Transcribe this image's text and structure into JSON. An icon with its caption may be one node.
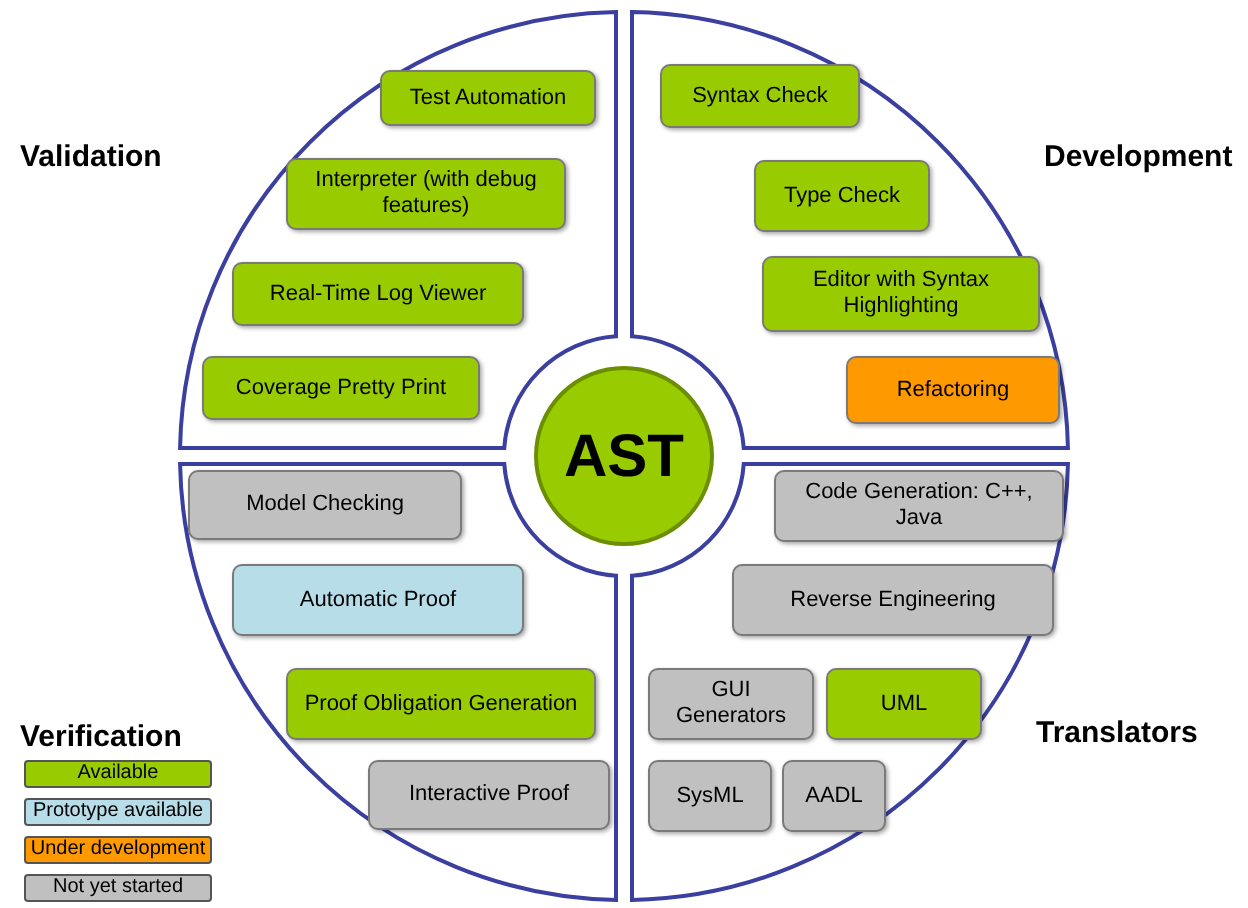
{
  "diagram": {
    "nodes": [
      {
        "text": [
          "Validation"
        ]
      },
      {
        "text": [
          "Development"
        ]
      },
      {
        "text": [
          "Verification"
        ]
      },
      {
        "text": [
          "Translators"
        ]
      },
      {
        "text": [
          "AST"
        ]
      },
      {
        "text": [
          "Test Automation"
        ],
        "in": 0
      },
      {
        "text": [
          "Interpreter (with debug features)"
        ],
        "in": 0
      },
      {
        "text": [
          "Real-Time Log Viewer"
        ],
        "in": 0
      },
      {
        "text": [
          "Coverage Pretty Print"
        ],
        "in": 0
      },
      {
        "text": [
          "Syntax Check"
        ],
        "in": 1
      },
      {
        "text": [
          "Type Check"
        ],
        "in": 1
      },
      {
        "text": [
          "Editor with Syntax Highlighting"
        ],
        "in": 1
      },
      {
        "text": [
          "Refactoring"
        ],
        "in": 1
      },
      {
        "text": [
          "Model Checking"
        ],
        "in": 2
      },
      {
        "text": [
          "Automatic Proof"
        ],
        "in": 2
      },
      {
        "text": [
          "Proof Obligation Generation"
        ],
        "in": 2
      },
      {
        "text": [
          "Interactive Proof"
        ],
        "in": 2
      },
      {
        "text": [
          "Code Generation: C++, Java"
        ],
        "in": 3
      },
      {
        "text": [
          "Reverse Engineering"
        ],
        "in": 3
      },
      {
        "text": [
          "GUI Generators"
        ],
        "in": 3
      },
      {
        "text": [
          "UML"
        ],
        "in": 3
      },
      {
        "text": [
          "SysML"
        ],
        "in": 3
      },
      {
        "text": [
          "AADL"
        ],
        "in": 3
      }
    ],
    "legend": [
      {
        "text": "Available",
        "color": "#99cc00"
      },
      {
        "text": "Prototype available",
        "color": "#b7dde8"
      },
      {
        "text": "Under development",
        "color": "#ff9900"
      },
      {
        "text": "Not yet started",
        "color": "#c0c0c0"
      }
    ]
  }
}
